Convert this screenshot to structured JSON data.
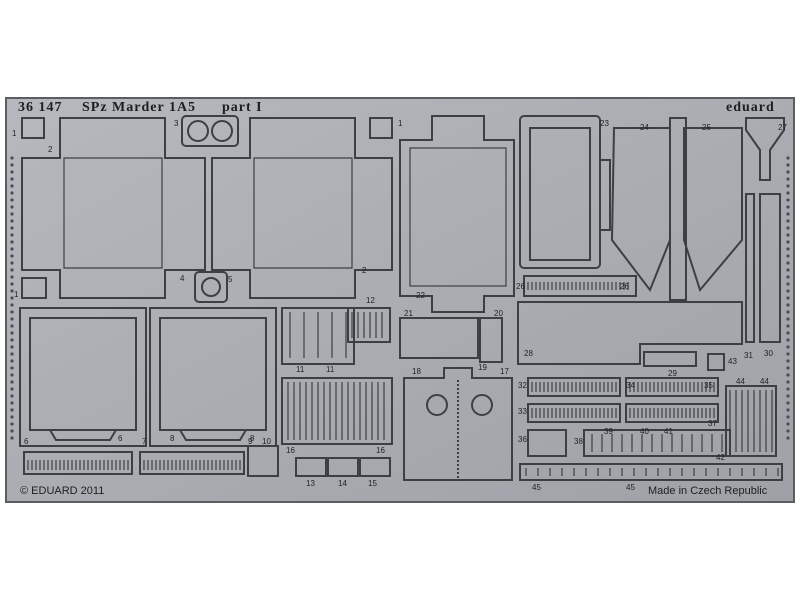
{
  "sheet": {
    "code": "36 147",
    "title": "SPz Marder 1A5",
    "part": "part I",
    "brand": "eduard",
    "copyright": "© EDUARD 2011",
    "origin": "Made in Czech Republic"
  },
  "part_numbers": [
    "1",
    "2",
    "3",
    "4",
    "5",
    "6",
    "7",
    "8",
    "9",
    "10",
    "11",
    "12",
    "13",
    "14",
    "15",
    "16",
    "17",
    "18",
    "19",
    "20",
    "21",
    "22",
    "23",
    "24",
    "25",
    "26",
    "27",
    "28",
    "29",
    "30",
    "31",
    "32",
    "33",
    "34",
    "35",
    "36",
    "37",
    "38",
    "39",
    "40",
    "41",
    "42",
    "43",
    "44",
    "45"
  ],
  "colors": {
    "background": "#ffffff",
    "fret": "#a9adb3",
    "fret_border": "#5a5e63",
    "cut_line": "#3c3f44",
    "text": "#1e1e1e"
  }
}
